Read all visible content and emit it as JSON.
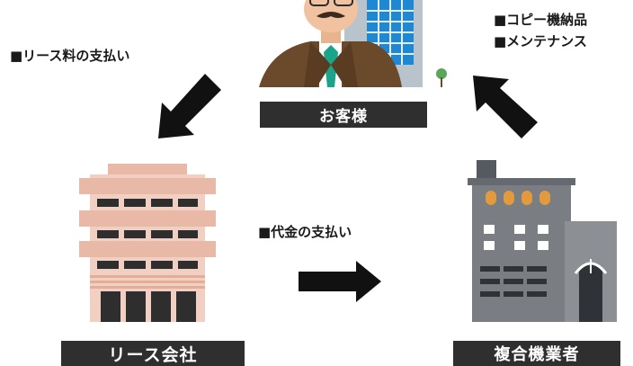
{
  "customer": {
    "label": "お客様"
  },
  "lease_company": {
    "label": "リース会社"
  },
  "dealer": {
    "label": "複合機業者"
  },
  "flows": {
    "lease_payment": "■リース料の支払い",
    "price_payment": "■代金の支払い",
    "copier_delivery": "■コピー機納品",
    "maintenance": "■メンテナンス"
  },
  "colors": {
    "label_bg": "#2f2f2f",
    "arrow": "#111111",
    "lease_building": "#ecc3b4",
    "dealer_building": "#7a7d82",
    "window_light": "#e39a3f",
    "office_tower": "#1e88d4"
  }
}
